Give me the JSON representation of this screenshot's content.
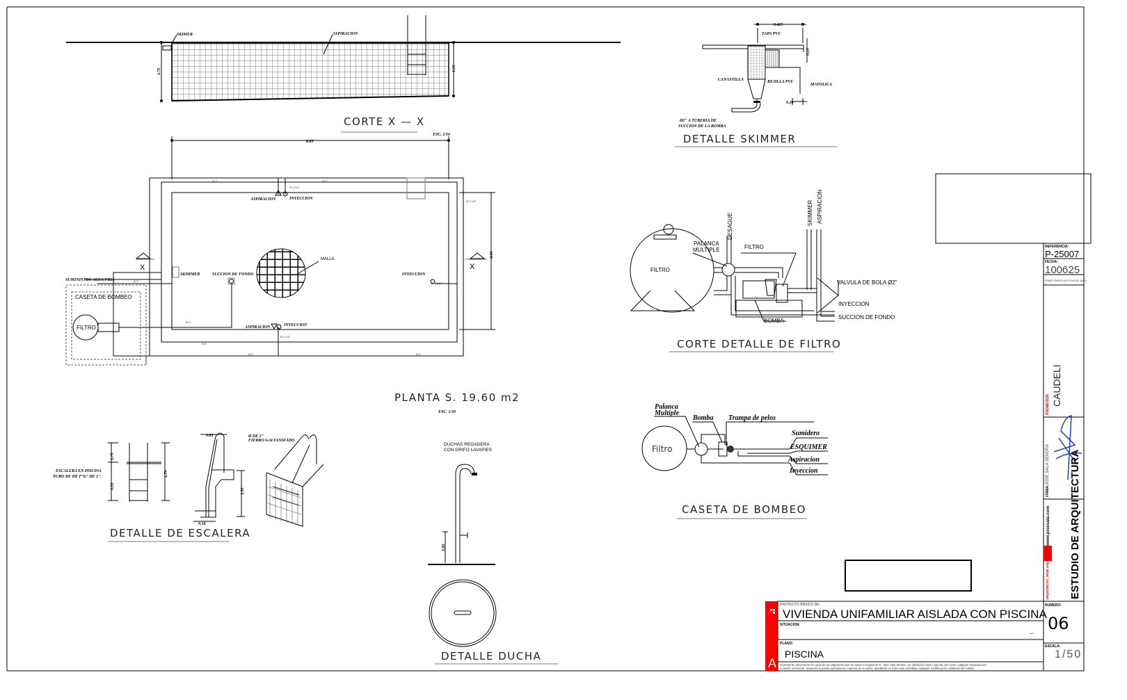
{
  "corte_xx": {
    "title": "CORTE X — X",
    "labels": {
      "skimmer": "SKIMER",
      "aspiracion": "ASPIRACION"
    },
    "dims": {
      "left_depth": "1.70",
      "right_depth": "1.50"
    }
  },
  "planta": {
    "title": "PLANTA S. 19.60 m2",
    "scale_top": "ESC. 1/50",
    "scale_bottom": "ESC. 1/50",
    "dims": {
      "length": "6.65",
      "width": "4.00"
    },
    "labels": {
      "aspiracion_top": "ASPIRACION",
      "inyeccion_top": "INYECCION",
      "skimmer": "SKIMMER",
      "succion_fondo": "SUCCION DE FONDO",
      "malla": "MALLA",
      "inyeccion_right": "INYECCION",
      "aspiracion_bottom": "ASPIRACION",
      "inyeccion_bottom": "INYECCION",
      "suministro": "SUMINISTRO AGUA FRIA",
      "caseta": "CASETA DE BOMBEO",
      "filtro": "FILTRO",
      "section_mark": "X"
    },
    "pipe_sizes": {
      "d2": "Ø 2\"",
      "d112": "Ø 1 1/2\""
    }
  },
  "escalera": {
    "title": "DETALLE DE ESCALERA",
    "note_line1": "ESCALERA EN PISCINA",
    "note_line2": "TUBO DE DE F°G° DE 2\".",
    "material_line1": "Ø DE 2\"",
    "material_line2": "FIERRO GALVANIZADO",
    "dims": {
      "upper": "0.75",
      "lower": "0.95",
      "total": "1.70",
      "width": "0.63",
      "depth": "1.50",
      "step": "0.18"
    }
  },
  "ducha": {
    "title": "DETALLE DUCHA",
    "note_line1": "DUCHAS REGADERA",
    "note_line2": "CON GRIFO LAVAPIES",
    "dim": "0.80"
  },
  "skimmer": {
    "title": "DETALLE SKIMMER",
    "labels": {
      "tapa": "TAPA PVC",
      "canastilla": "CANASTILLA",
      "rejilla": "REJILLA PVC",
      "mayolica": "MAYOLICA",
      "tuberia_line1": "Ø2\" A TUBERIA DE",
      "tuberia_line2": "SUCCION DE LA BOMBA"
    },
    "dims": {
      "width": "0.425",
      "height": "0.15",
      "bottom": "0.20"
    }
  },
  "filtro_detalle": {
    "title": "CORTE DETALLE DE FILTRO",
    "labels": {
      "filtro_tank": "FILTRO",
      "palanca_line1": "PALANCA",
      "palanca_line2": "MULTIPLE",
      "desague": "DESAGUE",
      "filtro": "FILTRO",
      "skimmer": "SKIMMER",
      "aspiracion": "ASPIRACION",
      "valvula": "VALVULA DE BOLA Ø2\"",
      "inyeccion": "INYECCION",
      "succion": "SUCCION DE FONDO",
      "bomba": "BOMBA"
    }
  },
  "caseta": {
    "title": "CASETA DE BOMBEO",
    "labels": {
      "filtro": "Filtro",
      "palanca_line1": "Palanca",
      "palanca_line2": "Multiple",
      "bomba": "Bomba",
      "trampa": "Trampa de pelos",
      "sumidero": "Sumidero",
      "esquimer": "ESQUIMER",
      "aspiracion": "Aspiracion",
      "inyeccion": "Inyeccion"
    }
  },
  "title_block": {
    "referencia_label": "REFERENCIA:",
    "referencia": "P-25007",
    "fecha_label": "FECHA:",
    "fecha": "100625",
    "file_ref": "P25007-PARCELA2 P.S.M.DIC.DWG",
    "promotor_label": "PROMOTOR:",
    "promotor": "CAUDELI",
    "firma_label": "FIRMA:",
    "firma": "JOSE SALA SENDRA",
    "web": "www.josesala.com",
    "arquitecto": "ARQUITECTO: JOSE SALA SENDRA",
    "estudio": "ESTUDIO DE ARQUITECTURA",
    "numero_label": "NUMERO:",
    "numero": "06",
    "escala_label": "ESCALA:",
    "escala": "1/50",
    "proyecto_label": "PROYECTO BASICO DE:",
    "proyecto": "VIVIENDA UNIFAMILIAR AISLADA CON PISCINA",
    "situacion_label": "SITUACION:",
    "situacion": "–",
    "plano_label": "PLANO:",
    "plano": "PISCINA",
    "logo_letter": "A",
    "disclaimer_line1": "El presente documento es copia de su original del que es autor el Arquitecto D. José Sala Sendra. Su utilización total o parcial, así como cualquier reproducción",
    "disclaimer_line2": "o cesión a terceros, requerirá la previa autorización expresa de su autor, quedando en todo caso prohibida cualquier modificación unilateral del mismo.",
    "accent_color": "#ff0000",
    "signature_color": "#1f3fd0"
  }
}
